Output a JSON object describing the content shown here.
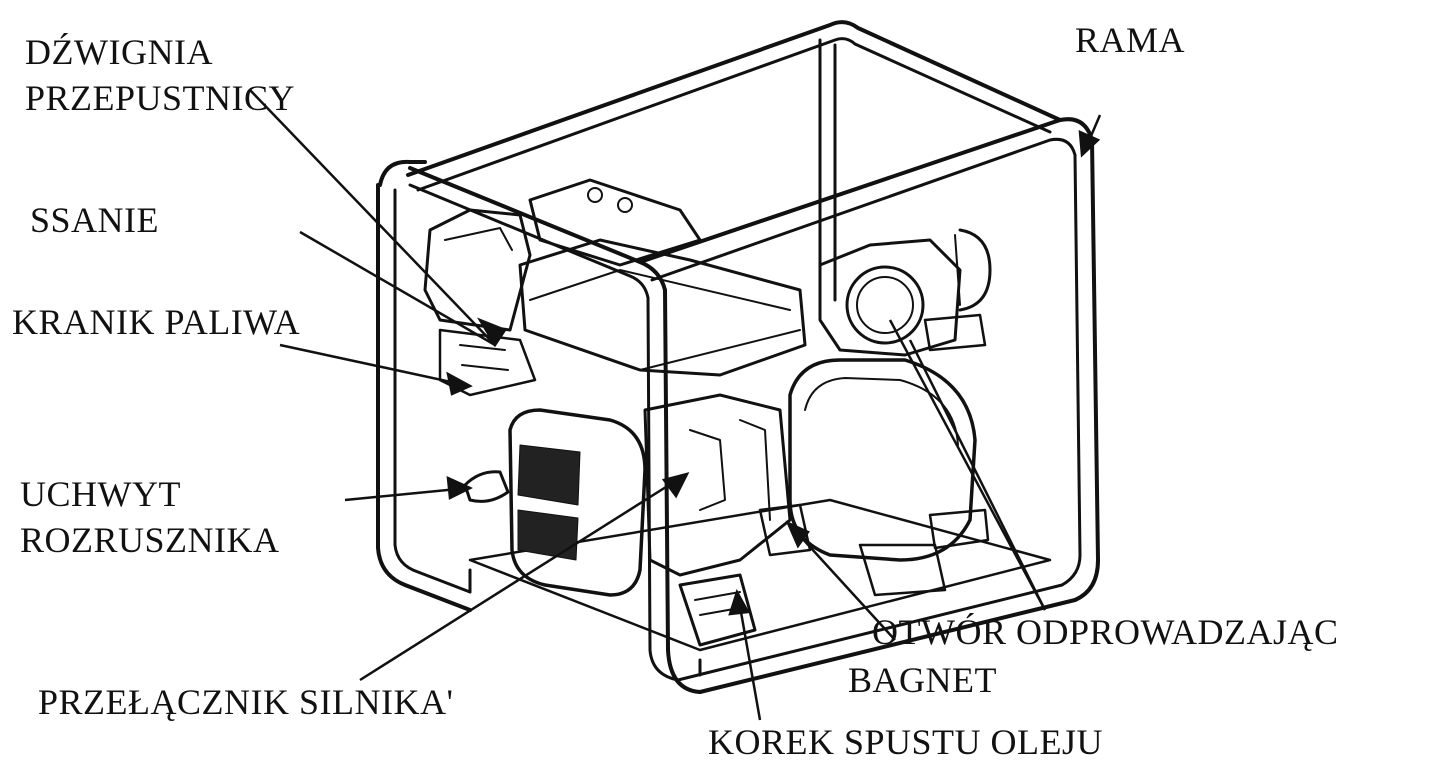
{
  "labels": {
    "throttle_lever": [
      "DŹWIGNIA",
      "PRZEPUSTNICY"
    ],
    "choke": "SSANIE",
    "fuel_valve": "KRANIK PALIWA",
    "starter_handle": [
      "UCHWYT",
      "ROZRUSZNIKA"
    ],
    "engine_switch": "PRZEŁĄCZNIK SILNIKA'",
    "frame": "RAMA",
    "discharge_port": "OTWÓR ODPROWADZAJĄC",
    "dipstick": "BAGNET",
    "oil_drain_plug": "KOREK SPUSTU OLEJU"
  },
  "colors": {
    "ink": "#111111",
    "background": "#ffffff"
  }
}
